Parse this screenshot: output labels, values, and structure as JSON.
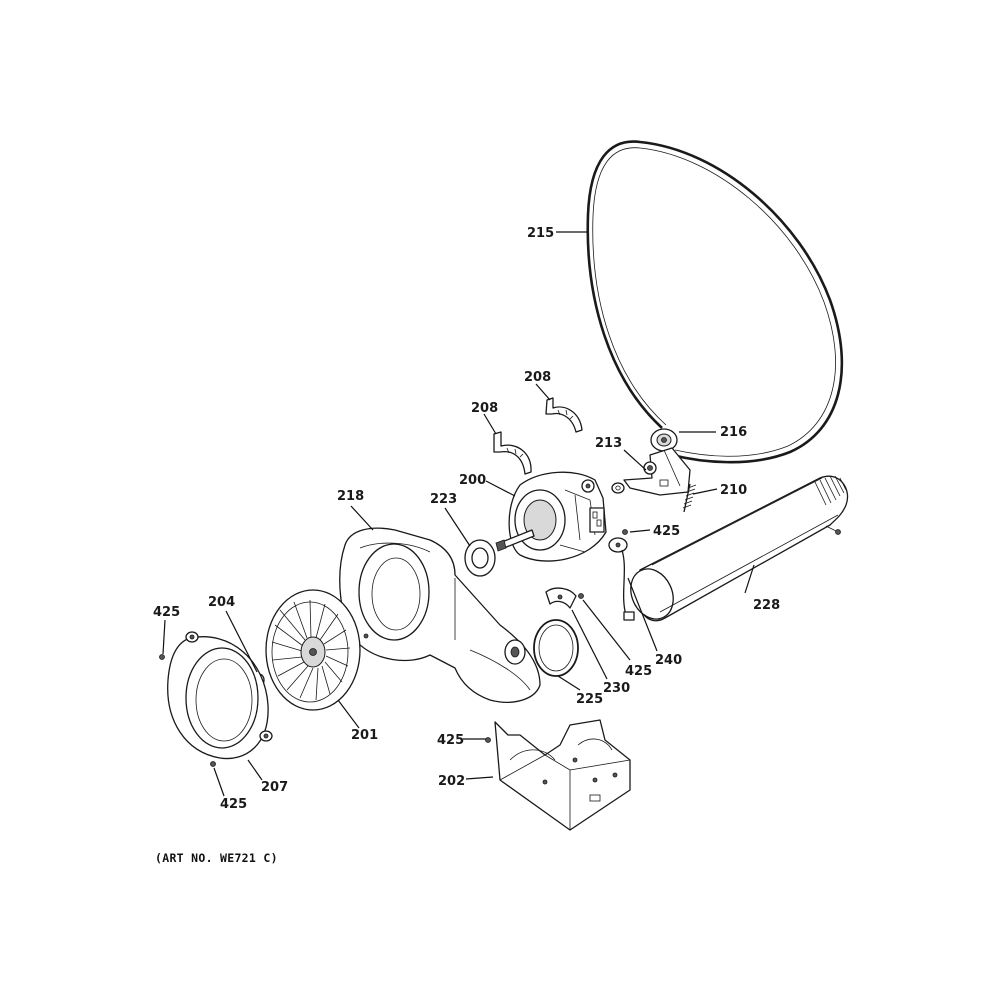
{
  "art_number_note": "(ART NO. WE721 C)",
  "callouts": {
    "c215": "215",
    "c208a": "208",
    "c208b": "208",
    "c216": "216",
    "c213": "213",
    "c210": "210",
    "c200": "200",
    "c223": "223",
    "c218": "218",
    "c425a": "425",
    "c228": "228",
    "c204": "204",
    "c425b": "425",
    "c425c": "425",
    "c240": "240",
    "c230": "230",
    "c225": "225",
    "c201": "201",
    "c425d": "425",
    "c202": "202",
    "c207": "207",
    "c425e": "425"
  }
}
